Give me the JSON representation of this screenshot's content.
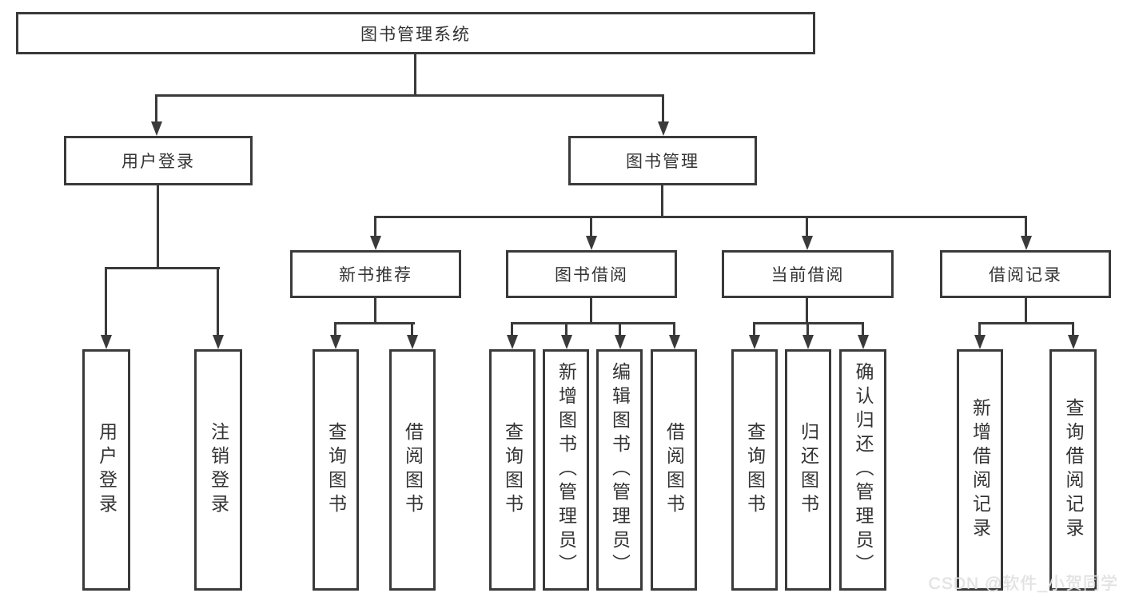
{
  "title": "图书管理系统",
  "tree": {
    "root": {
      "label": "图书管理系统"
    },
    "user_login": {
      "label": "用户登录",
      "children": {
        "login": {
          "label": "用户登录"
        },
        "logout": {
          "label": "注销登录"
        }
      }
    },
    "book_mgmt": {
      "label": "图书管理",
      "children": {
        "new_books": {
          "label": "新书推荐",
          "children": {
            "query": {
              "label": "查询图书"
            },
            "borrow": {
              "label": "借阅图书"
            }
          }
        },
        "book_borrow": {
          "label": "图书借阅",
          "children": {
            "query": {
              "label": "查询图书"
            },
            "add": {
              "label": "新增图书（管理员）"
            },
            "edit": {
              "label": "编辑图书（管理员）"
            },
            "borrow": {
              "label": "借阅图书"
            }
          }
        },
        "current_borrow": {
          "label": "当前借阅",
          "children": {
            "query": {
              "label": "查询图书"
            },
            "return": {
              "label": "归还图书"
            },
            "confirm": {
              "label": "确认归还（管理员）"
            }
          }
        },
        "borrow_records": {
          "label": "借阅记录",
          "children": {
            "add": {
              "label": "新增借阅记录"
            },
            "query": {
              "label": "查询借阅记录"
            }
          }
        }
      }
    }
  },
  "watermark": {
    "text": "CSDN @软件_小贺同学"
  },
  "colors": {
    "line": "#3a3a3a",
    "text": "#333333",
    "background": "#ffffff",
    "watermark": "#e2e2e2"
  }
}
